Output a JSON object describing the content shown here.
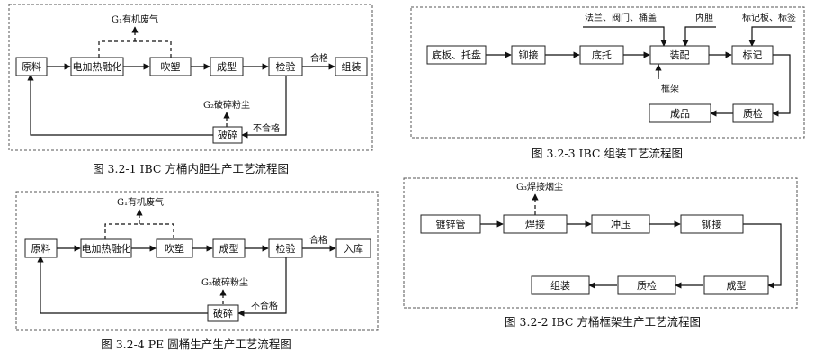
{
  "diagrams": [
    {
      "id": "d1",
      "caption": "图 3.2-1 IBC 方桶内胆生产工艺流程图",
      "nodes": {
        "raw": "原料",
        "heat": "电加热融化",
        "blow": "吹塑",
        "form": "成型",
        "inspect": "检验",
        "assemble": "组装",
        "grind": "破碎"
      },
      "labels": {
        "g1": "G₁有机废气",
        "g2": "G₂破碎粉尘",
        "pass": "合格",
        "fail": "不合格"
      }
    },
    {
      "id": "d2",
      "caption": "图 3.2-4 PE 圆桶生产生产工艺流程图",
      "nodes": {
        "raw": "原料",
        "heat": "电加热融化",
        "blow": "吹塑",
        "form": "成型",
        "inspect": "检验",
        "store": "入库",
        "grind": "破碎"
      },
      "labels": {
        "g1": "G₁有机废气",
        "g2": "G₂破碎粉尘",
        "pass": "合格",
        "fail": "不合格"
      }
    },
    {
      "id": "d3",
      "caption": "图 3.2-3 IBC 组装工艺流程图",
      "nodes": {
        "base": "底板、托盘",
        "rivet": "铆接",
        "pallet": "底托",
        "assemble": "装配",
        "mark": "标记",
        "qc": "质检",
        "product": "成品"
      },
      "labels": {
        "flange": "法兰、阀门、桶盖",
        "liner": "内胆",
        "labels_in": "标记板、标签",
        "frame": "框架"
      }
    },
    {
      "id": "d4",
      "caption": "图 3.2-2 IBC 方桶框架生产工艺流程图",
      "nodes": {
        "pipe": "镀锌管",
        "weld": "焊接",
        "press": "冲压",
        "rivet": "铆接",
        "form": "成型",
        "qc": "质检",
        "assemble": "组装"
      },
      "labels": {
        "g3": "G₃焊接烟尘"
      }
    }
  ]
}
